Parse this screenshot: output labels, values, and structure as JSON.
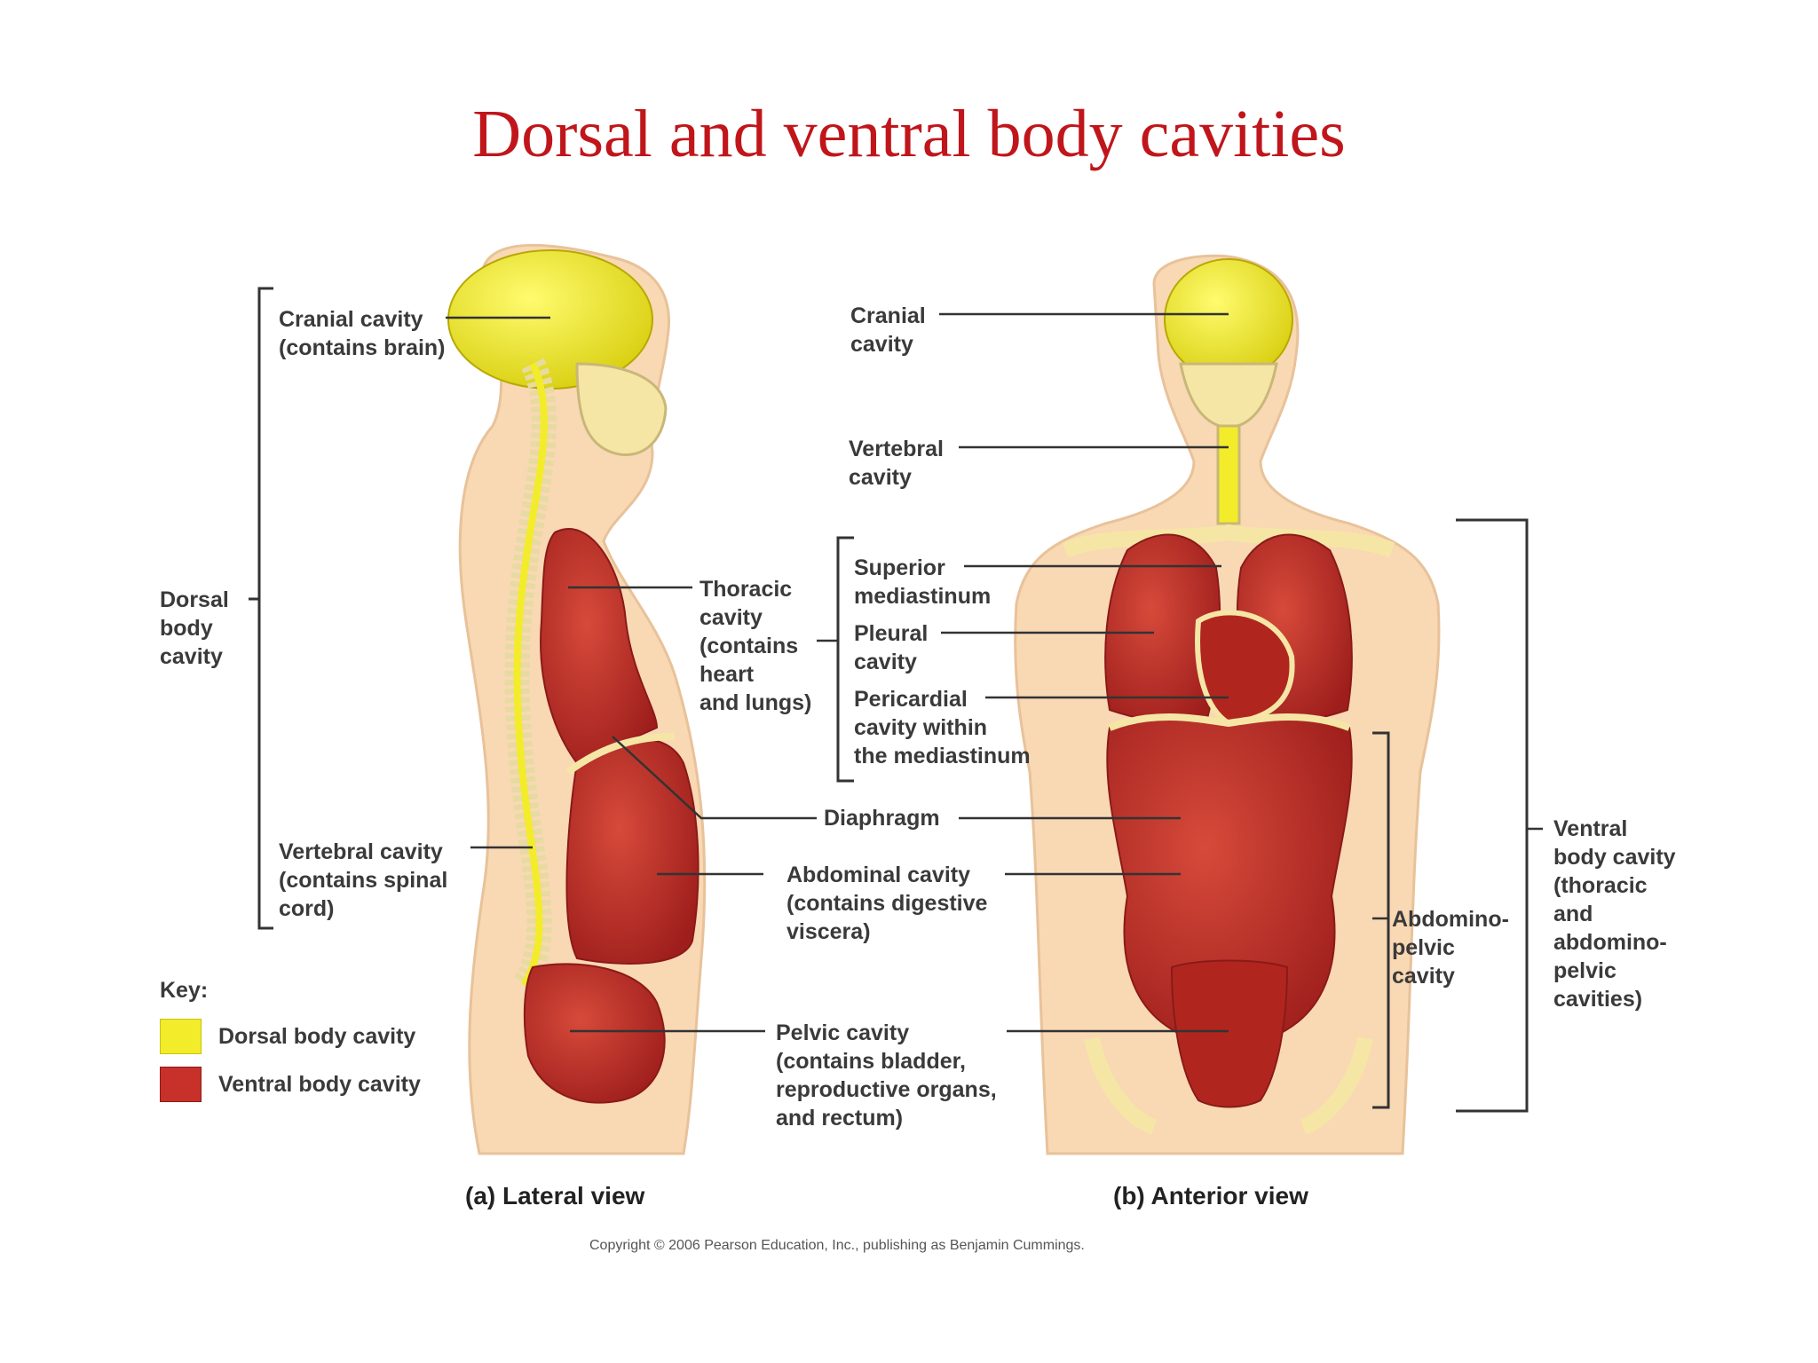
{
  "title": "Dorsal and ventral body cavities",
  "colors": {
    "title": "#c0161b",
    "dorsal": "#f2ec2a",
    "ventral": "#c8302a",
    "skin": "#f9d8b4",
    "bone": "#f5e6a6"
  },
  "lateral": {
    "cranial": [
      "Cranial cavity",
      "(contains brain)"
    ],
    "dorsal_bracket": [
      "Dorsal",
      "body",
      "cavity"
    ],
    "thoracic": [
      "Thoracic",
      "cavity",
      "(contains",
      "heart",
      "and lungs)"
    ],
    "vertebral": [
      "Vertebral cavity",
      "(contains spinal",
      "cord)"
    ],
    "abdominal": [
      "Abdominal cavity",
      "(contains digestive",
      "viscera)"
    ],
    "pelvic": [
      "Pelvic cavity",
      "(contains bladder,",
      "reproductive organs,",
      "and rectum)"
    ],
    "diaphragm": "Diaphragm",
    "caption": "(a) Lateral view"
  },
  "anterior": {
    "cranial": [
      "Cranial",
      "cavity"
    ],
    "vertebral": [
      "Vertebral",
      "cavity"
    ],
    "superior_mediastinum": [
      "Superior",
      "mediastinum"
    ],
    "pleural": [
      "Pleural",
      "cavity"
    ],
    "pericardial": [
      "Pericardial",
      "cavity within",
      "the mediastinum"
    ],
    "abdominopelvic": [
      "Abdomino-",
      "pelvic",
      "cavity"
    ],
    "ventral_bracket": [
      "Ventral",
      "body cavity",
      "(thoracic",
      "and",
      "abdomino-",
      "pelvic",
      "cavities)"
    ],
    "caption": "(b) Anterior view"
  },
  "key": {
    "title": "Key:",
    "items": [
      {
        "label": "Dorsal body cavity",
        "color": "#f2ec2a"
      },
      {
        "label": "Ventral body cavity",
        "color": "#c8302a"
      }
    ]
  },
  "copyright": "Copyright © 2006 Pearson Education, Inc., publishing as Benjamin Cummings."
}
